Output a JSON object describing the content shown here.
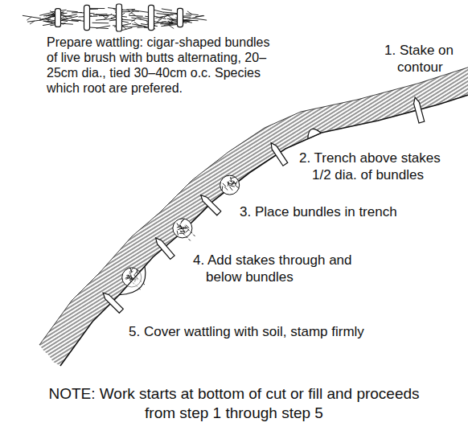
{
  "diagram": {
    "labels": [
      "Prepare wattling: cigar-shaped bundles of live brush with butts alternating, 20–25cm dia., tied 30–40cm o.c. Species which root are prefered.",
      "1. Stake on contour",
      "2. Trench above stakes 1/2 dia. of bundles",
      "3. Place bundles in trench",
      "4. Add stakes through and below bundles",
      "5. Cover wattling with soil, stamp firmly",
      "NOTE: Work starts at bottom of cut or fill and proceeds from step 1 through step 5"
    ]
  }
}
